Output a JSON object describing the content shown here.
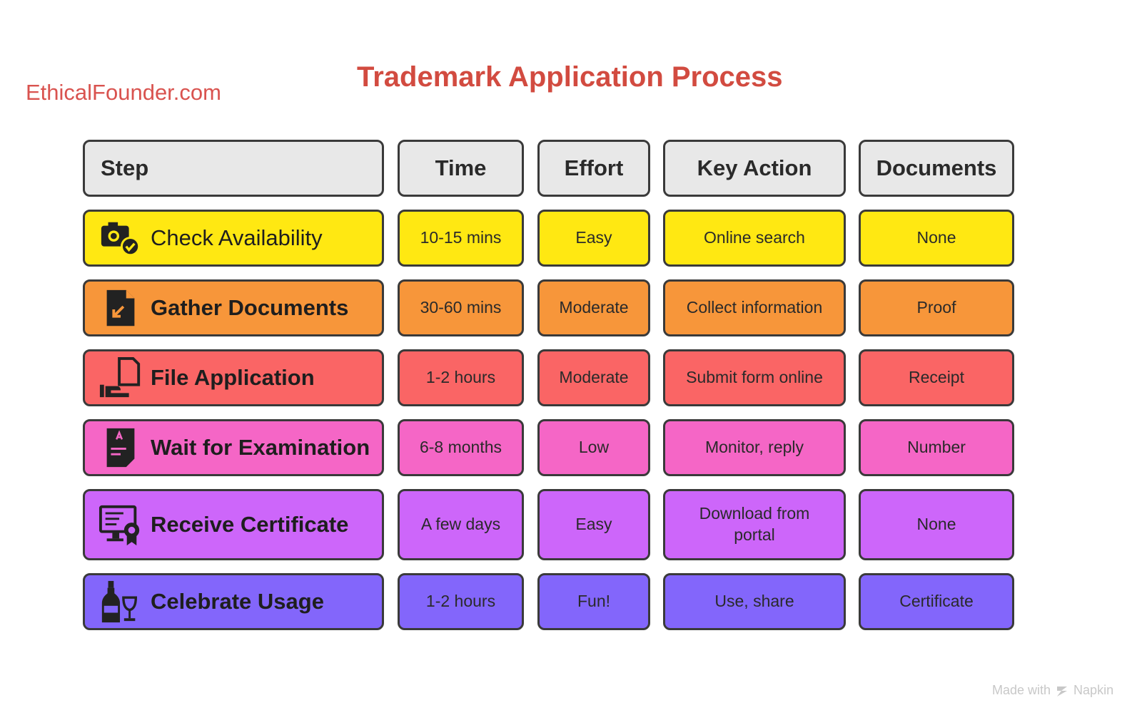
{
  "site": "EthicalFounder.com",
  "title": "Trademark Application Process",
  "headers": [
    "Step",
    "Time",
    "Effort",
    "Key Action",
    "Documents"
  ],
  "rows": [
    {
      "step": "Check Availability",
      "time": "10-15 mins",
      "effort": "Easy",
      "action": "Online search",
      "docs": "None",
      "color": "#ffe812",
      "icon": "camera-check-icon"
    },
    {
      "step": "Gather Documents",
      "time": "30-60 mins",
      "effort": "Moderate",
      "action": "Collect information",
      "docs": "Proof",
      "color": "#f7963a",
      "icon": "document-download-icon"
    },
    {
      "step": "File Application",
      "time": "1-2 hours",
      "effort": "Moderate",
      "action": "Submit form online",
      "docs": "Receipt",
      "color": "#fa6565",
      "icon": "hand-document-icon"
    },
    {
      "step": "Wait for Examination",
      "time": "6-8 months",
      "effort": "Low",
      "action": "Monitor, reply",
      "docs": "Number",
      "color": "#f566c6",
      "icon": "document-review-icon"
    },
    {
      "step": "Receive Certificate",
      "time": "A few days",
      "effort": "Easy",
      "action": "Download from portal",
      "docs": "None",
      "color": "#cd66fa",
      "icon": "monitor-certificate-icon"
    },
    {
      "step": "Celebrate Usage",
      "time": "1-2 hours",
      "effort": "Fun!",
      "action": "Use, share",
      "docs": "Certificate",
      "color": "#8366fb",
      "icon": "champagne-icon"
    }
  ],
  "watermark": {
    "made": "Made with",
    "brand": "Napkin"
  }
}
